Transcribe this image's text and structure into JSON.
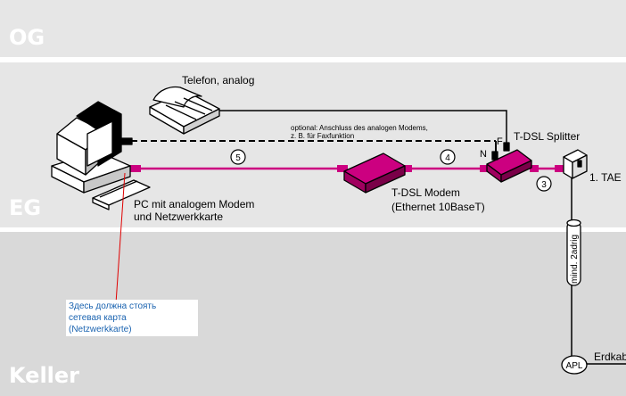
{
  "floors": {
    "og": "OG",
    "eg": "EG",
    "keller": "Keller"
  },
  "devices": {
    "phone": "Telefon, analog",
    "pc_line1": "PC mit analogem Modem",
    "pc_line2": "und Netzwerkkarte",
    "modem_line1": "T-DSL Modem",
    "modem_line2": "(Ethernet 10BaseT)",
    "splitter": "T-DSL Splitter",
    "tae": "1. TAE",
    "apl": "APL",
    "erdkabel": "Erdkab"
  },
  "notes": {
    "optional_line1": "optional: Anschluss des analogen Modems,",
    "optional_line2": "z. B. für Faxfunktion"
  },
  "ports": {
    "n": "N",
    "f": "F"
  },
  "cable_labels": {
    "five": "5",
    "four": "4",
    "three": "3",
    "vertical": "mind. 2adrig"
  },
  "annotation": {
    "line1": "Здесь должна стоять",
    "line2": "сетевая карта",
    "line3": "(Netzwerkkarte)"
  },
  "colors": {
    "floor_band": "#e6e6e6",
    "keller_band": "#d9d9d9",
    "magenta": "#cc0080",
    "annotation_text": "#1a63b0",
    "annotation_line": "#e00000"
  }
}
